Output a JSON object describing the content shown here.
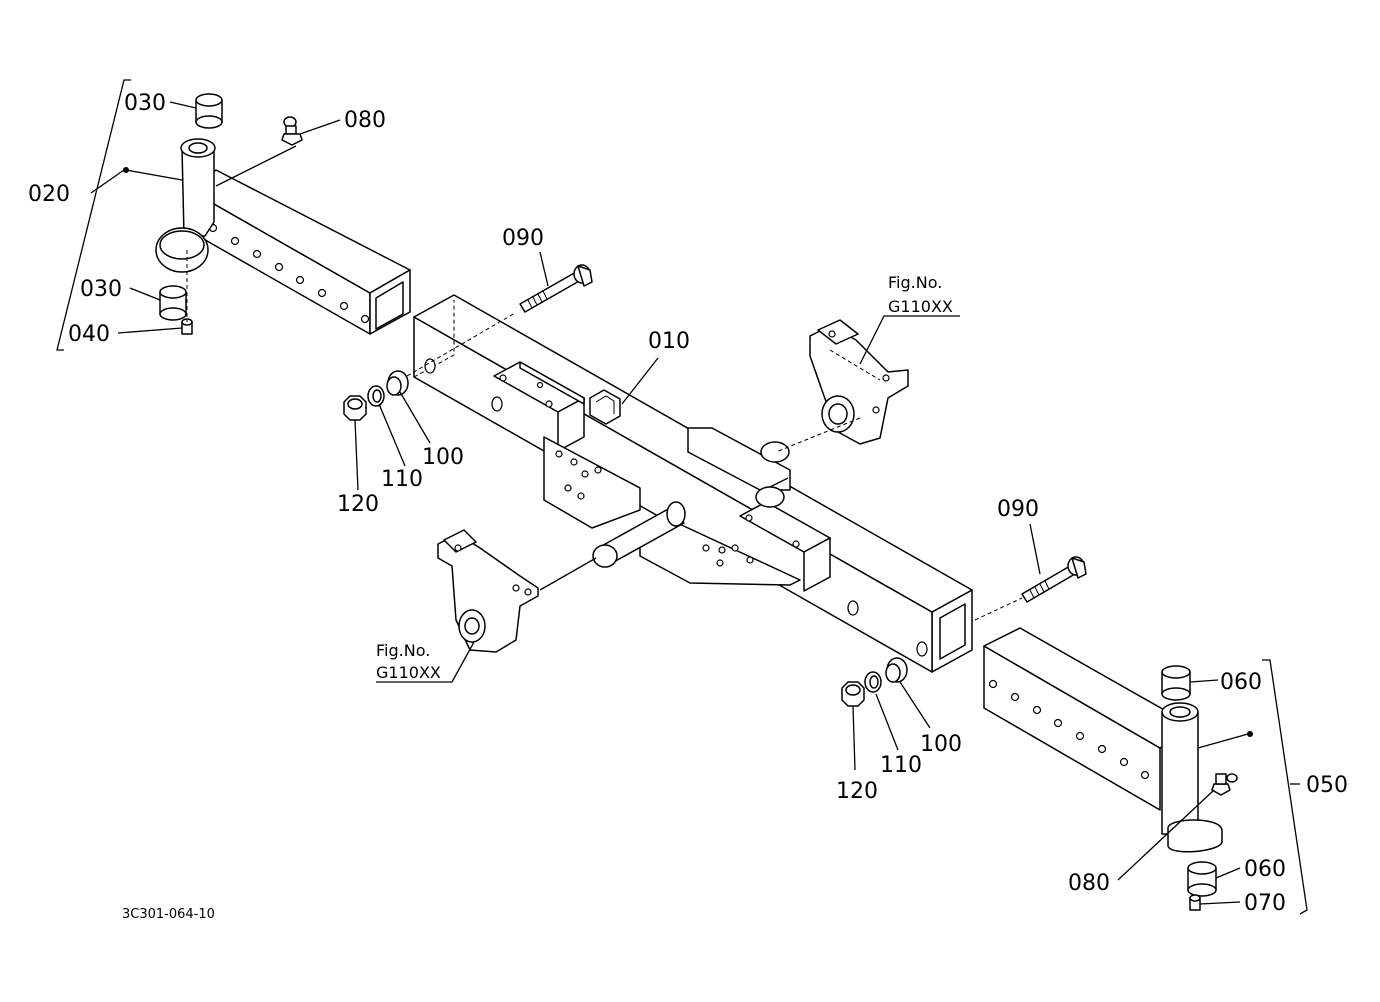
{
  "labels": {
    "l010": "010",
    "l020": "020",
    "l030a": "030",
    "l030b": "030",
    "l040": "040",
    "l050": "050",
    "l060a": "060",
    "l060b": "060",
    "l070": "070",
    "l080a": "080",
    "l080b": "080",
    "l090a": "090",
    "l090b": "090",
    "l100a": "100",
    "l100b": "100",
    "l110a": "110",
    "l110b": "110",
    "l120a": "120",
    "l120b": "120"
  },
  "fig_refs": {
    "a": {
      "title": "Fig.No.",
      "code": "G110XX"
    },
    "b": {
      "title": "Fig.No.",
      "code": "G110XX"
    }
  },
  "drawing_code": "3C301-064-10"
}
